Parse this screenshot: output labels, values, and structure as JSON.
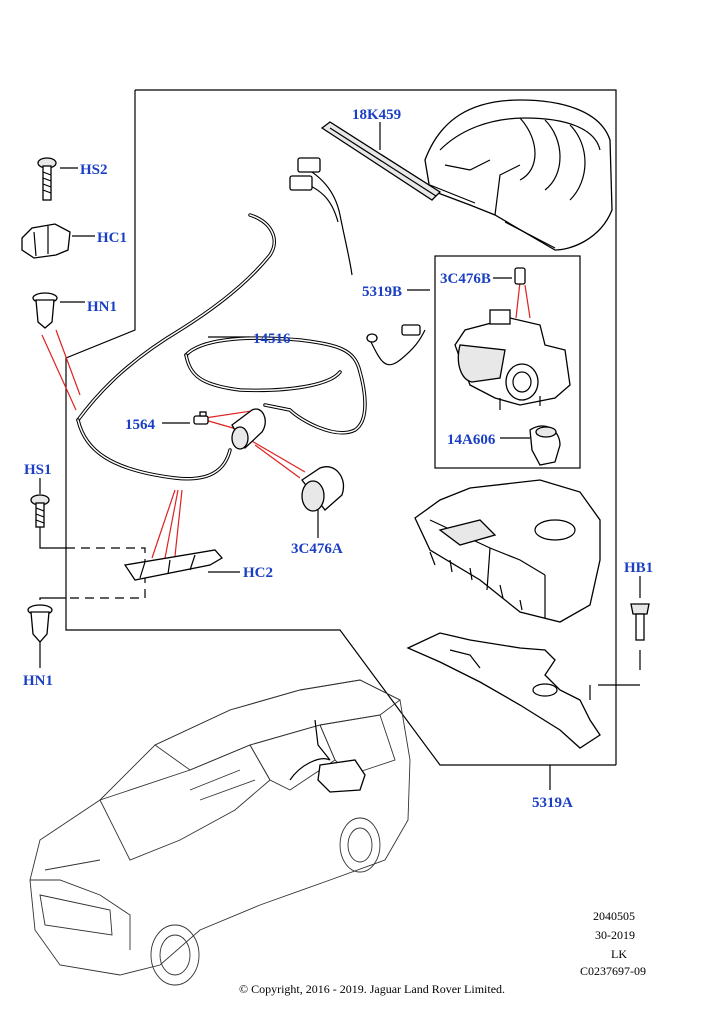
{
  "colors": {
    "label": "#1a3fc4",
    "leader": "#e02020",
    "line": "#000000"
  },
  "labels": {
    "18K459": "18K459",
    "HS2": "HS2",
    "HC1": "HC1",
    "HN1_top": "HN1",
    "5319B": "5319B",
    "3C476B": "3C476B",
    "14516": "14516",
    "1564": "1564",
    "14A606": "14A606",
    "HS1": "HS1",
    "3C476A": "3C476A",
    "HC2": "HC2",
    "HB1": "HB1",
    "HN1_bottom": "HN1",
    "5319A": "5319A"
  },
  "meta": {
    "line1": "2040505",
    "line2": "30-2019",
    "line3": "LK",
    "line4": "C0237697-09"
  },
  "copyright": "© Copyright, 2016 - 2019. Jaguar Land Rover Limited."
}
